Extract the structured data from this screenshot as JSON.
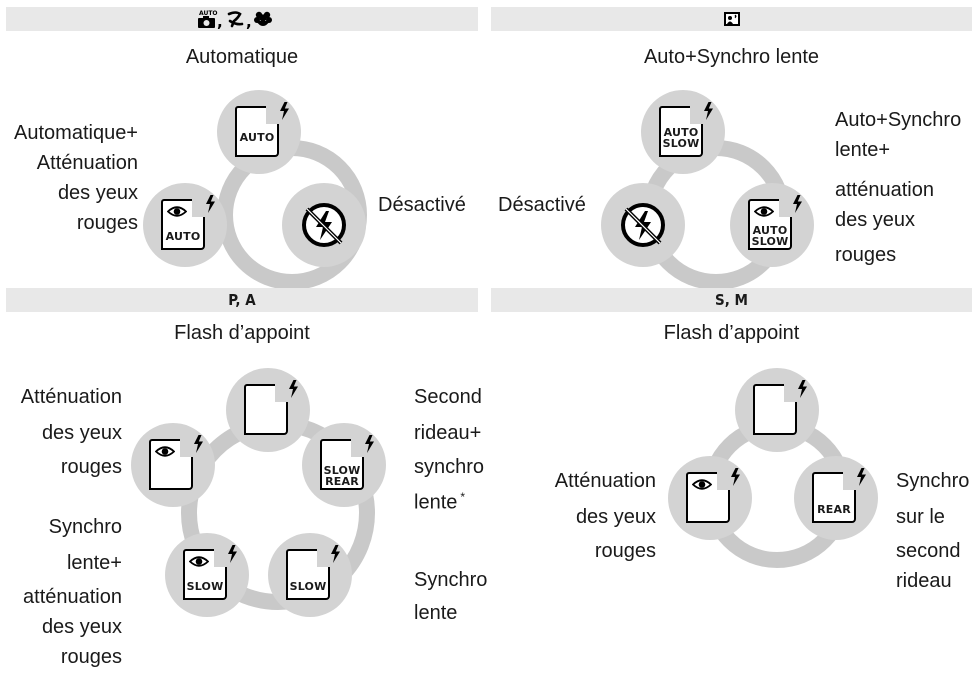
{
  "sections": {
    "scene_auto": {
      "header_icons": [
        "auto-mode-icon",
        "portrait-mode-icon",
        "close-up-mode-icon"
      ],
      "title": "Automatique",
      "modes": {
        "auto": {
          "badge": "AUTO"
        },
        "off": {
          "label": "Désactivé"
        },
        "red_eye_auto": {
          "badge": "AUTO",
          "label_lines": [
            "Automatique+",
            "Atténuation",
            "des yeux",
            "rouges"
          ]
        }
      }
    },
    "night_portrait": {
      "header_icons": [
        "night-portrait-mode-icon"
      ],
      "title": "Auto+Synchro lente",
      "modes": {
        "auto_slow": {
          "badge_lines": [
            "AUTO",
            "SLOW"
          ]
        },
        "off": {
          "label": "Désactivé"
        },
        "red_eye_auto_slow": {
          "badge_lines": [
            "AUTO",
            "SLOW"
          ],
          "label_lines": [
            "Auto+Synchro",
            "lente+",
            "atténuation",
            "des yeux",
            "rouges"
          ]
        }
      }
    },
    "pa": {
      "header": "P, A",
      "title": "Flash d’appoint",
      "modes": {
        "red_eye": {
          "label_lines": [
            "Atténuation",
            "des yeux",
            "rouges"
          ]
        },
        "rear_slow": {
          "badge_lines": [
            "SLOW",
            "REAR"
          ],
          "label_lines": [
            "Second",
            "rideau+",
            "synchro",
            "lente"
          ],
          "footnote_mark": "*"
        },
        "slow": {
          "badge": "SLOW",
          "label_lines": [
            "Synchro",
            "lente"
          ]
        },
        "red_eye_slow": {
          "badge": "SLOW",
          "label_lines": [
            "Synchro",
            "lente+",
            "atténuation",
            "des yeux",
            "rouges"
          ]
        }
      }
    },
    "sm": {
      "header": "S, M",
      "title": "Flash d’appoint",
      "modes": {
        "red_eye": {
          "label_lines": [
            "Atténuation",
            "des yeux",
            "rouges"
          ]
        },
        "rear": {
          "badge": "REAR",
          "label_lines": [
            "Synchro",
            "sur le",
            "second",
            "rideau"
          ]
        }
      }
    }
  },
  "colors": {
    "header_bg": "#e8e8e8",
    "ring": "#c9c9c9",
    "disc": "#d3d3d3"
  }
}
